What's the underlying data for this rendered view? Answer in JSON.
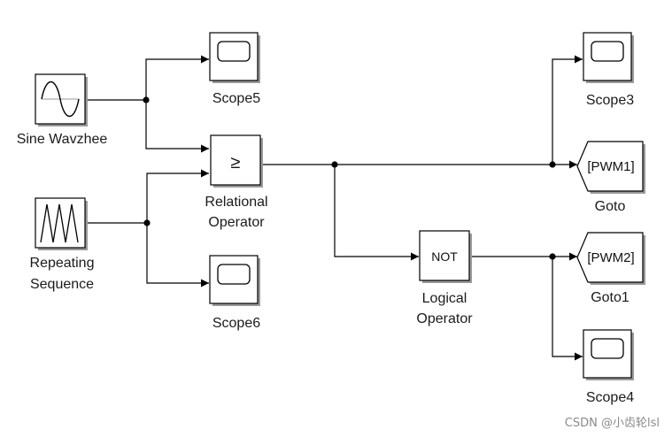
{
  "blocks": {
    "sine": {
      "label": "Sine Wavzhee"
    },
    "repeating": {
      "label_line1": "Repeating",
      "label_line2": "Sequence"
    },
    "scope5": {
      "label": "Scope5"
    },
    "scope6": {
      "label": "Scope6"
    },
    "scope3": {
      "label": "Scope3"
    },
    "scope4": {
      "label": "Scope4"
    },
    "relational": {
      "symbol": "≥",
      "label_line1": "Relational",
      "label_line2": "Operator"
    },
    "logical": {
      "symbol": "NOT",
      "label_line1": "Logical",
      "label_line2": "Operator"
    },
    "goto": {
      "tag": "[PWM1]",
      "label": "Goto"
    },
    "goto1": {
      "tag": "[PWM2]",
      "label": "Goto1"
    }
  },
  "watermark": "CSDN @小齿轮lsl"
}
